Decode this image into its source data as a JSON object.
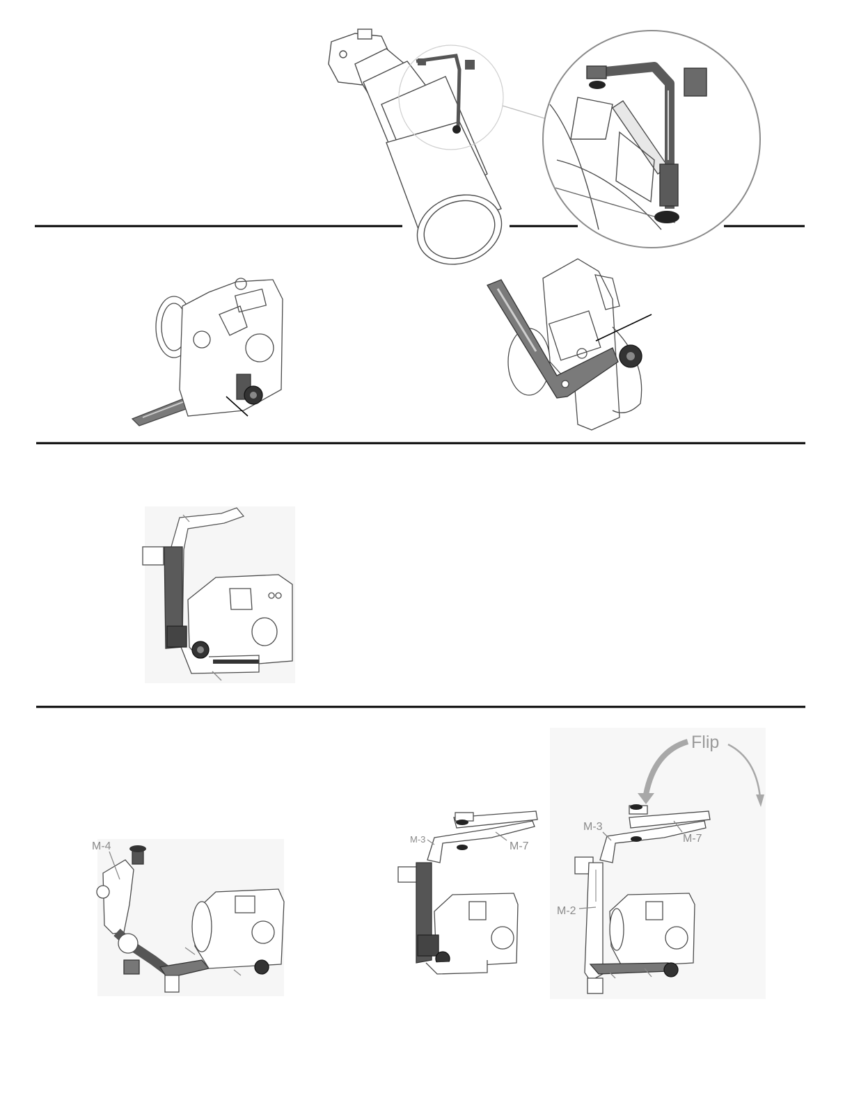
{
  "labels": {
    "m4": "M-4",
    "m3_mid": "M-3",
    "m7_mid": "M-7",
    "m3_right": "M-3",
    "m7_right": "M-7",
    "m2": "M-2",
    "flip": "Flip"
  },
  "colors": {
    "rule": "#000000",
    "bracket_dark": "#5a5a5a",
    "bracket_mid": "#8d8d8d",
    "outline": "#3a3a3a",
    "label_gray": "#8a8a8a",
    "arrow_gray": "#a8a8a8"
  }
}
